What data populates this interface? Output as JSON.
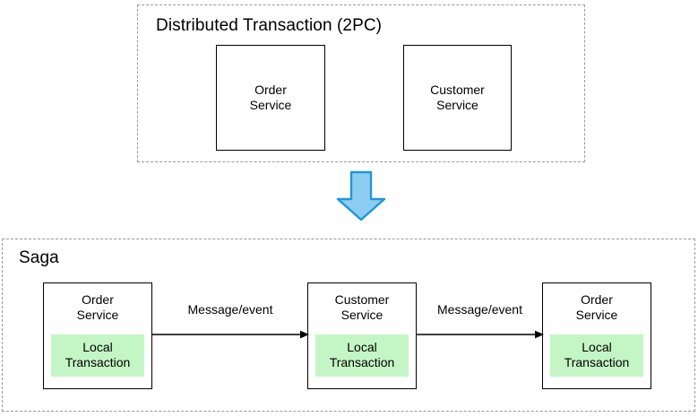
{
  "diagram": {
    "title_semantic": "distributed-transaction-vs-saga",
    "colors": {
      "group_border": "#9a9a9a",
      "box_border": "#000000",
      "local_transaction_highlight": "#c4f5c4",
      "arrow_fill": "#8ecdf2",
      "arrow_stroke": "#2196d6",
      "text": "#000000",
      "background": "#ffffff"
    },
    "groups": {
      "two_pc": {
        "label": "Distributed Transaction (2PC)",
        "boxes": [
          {
            "label": "Order\nService"
          },
          {
            "label": "Customer\nService"
          }
        ]
      },
      "saga": {
        "label": "Saga",
        "boxes": [
          {
            "title": "Order\nService",
            "local": "Local\nTransaction"
          },
          {
            "title": "Customer\nService",
            "local": "Local\nTransaction"
          },
          {
            "title": "Order\nService",
            "local": "Local\nTransaction"
          }
        ],
        "connectors": [
          {
            "label": "Message/event"
          },
          {
            "label": "Message/event"
          }
        ]
      }
    },
    "transition_arrow": {
      "icon": "down-arrow-icon",
      "direction": "down"
    }
  }
}
